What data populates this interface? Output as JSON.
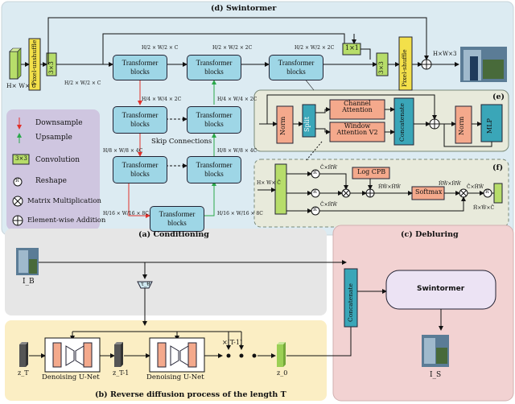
{
  "panels": {
    "swintormer_title": "(d) Swintormer",
    "conditioning_title": "(a) Conditioning",
    "reverse_title": "(b) Reverse diffusion process of the length T",
    "deblurring_title": "(c) Debluring",
    "swin_block_title": "(e)",
    "attention_title": "(f)"
  },
  "swintormer": {
    "input_dim": "H× W× 6",
    "pixel_unshuffle": "Pixel-unshuffle",
    "conv3x3": "3×3",
    "conv1x1": "1×1",
    "pixel_shuffle": "Pixel-shuffle",
    "output_dim": "H×W×3",
    "transformer_label": "Transformer blocks",
    "skip_connections": "Skip Connections",
    "dims": {
      "l1_top": "H/2 × W/2 × C",
      "l1_mid": "H/2 × W/2 × 2C",
      "l1_dec": "H/2 × W/2 × 2C",
      "l1_left": "H/2 × W/2 × C",
      "l2_mid": "H/4 × W/4 × 2C",
      "l2_right": "H/4 × W/4 × 2C",
      "l3_left": "H/8 × W/8 × 4C",
      "l3_right": "H/8 × W/8 × 4C",
      "l4_left": "H/16 × W/16 × 8C",
      "l4_right": "H/16 × W/16 × 8C"
    }
  },
  "legend": {
    "downsample": "Downsample",
    "upsample": "Upsample",
    "conv_icon": "3×3",
    "convolution": "Convolution",
    "reshape_icon": "R",
    "reshape": "Reshape",
    "matmul": "Matrix Multiplication",
    "add": "Element-wise Addition"
  },
  "swin_block": {
    "norm": "Norm",
    "split": "Split",
    "channel_attention": "Channel Attention",
    "window_attention": "Window Attention V2",
    "concatenate": "Concatenate",
    "norm2": "Norm",
    "mlp": "MLP"
  },
  "attention": {
    "input": "H× W× Ĉ",
    "reshape": "R",
    "dim_top": "Ĉ×ĤŴ",
    "dim_bottom": "Ĉ×ĤŴ",
    "log_cpb": "Log CPB",
    "dim_hw1": "ĤŴ×ĤŴ",
    "softmax": "Softmax",
    "dim_hw2": "ĤŴ×ĤŴ",
    "dim_out": "Ĉ×ĤŴ",
    "dim_final": "Ĥ×Ŵ×Ĉ"
  },
  "conditioning": {
    "image_label": "I_B",
    "tau": "τ_θ"
  },
  "reverse": {
    "zT": "z_T",
    "unet": "Denoising U-Net",
    "zT1": "z_T-1",
    "repeat": "×(T-1)",
    "z0": "z_0"
  },
  "deblurring": {
    "concatenate": "Concatenate",
    "swintormer": "Swintormer",
    "output_label": "I_S"
  },
  "colors": {
    "swintormer_bg": "#dcebf2",
    "legend_bg": "#cfc6e0",
    "conditioning_bg": "#e6e6e6",
    "reverse_bg": "#fbeec4",
    "deblur_bg": "#f2d2d2",
    "transformer_fill": "#9ed6e6",
    "conv_fill": "#b7dd6a",
    "shuffle_fill": "#f3e04a",
    "teal_fill": "#3aa6b8",
    "norm_fill": "#f4a98c"
  }
}
